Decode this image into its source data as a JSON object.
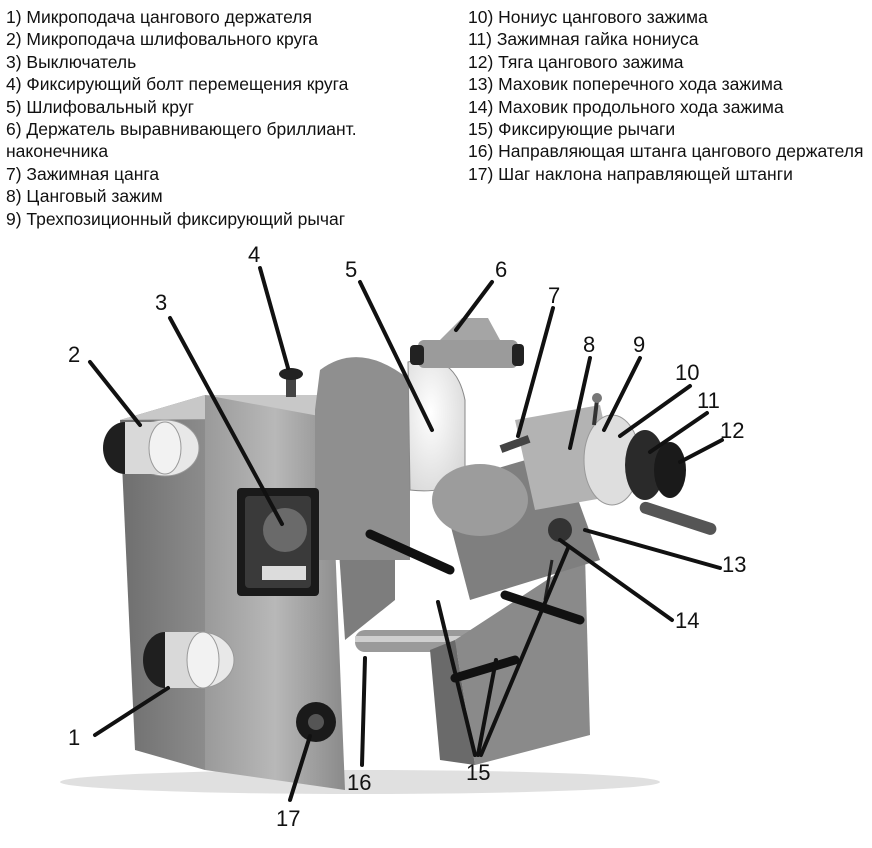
{
  "legend_left": [
    "1) Микроподача цангового держателя",
    "2) Микроподача шлифовального круга",
    "3) Выключатель",
    "4) Фиксирующий болт перемещения круга",
    "5) Шлифовальный круг",
    "6) Держатель выравнивающего бриллиант. наконечника",
    "7) Зажимная цанга",
    "8) Цанговый зажим",
    "9) Трехпозиционный фиксирующий рычаг"
  ],
  "legend_right": [
    "10) Нониус цангового зажима",
    "11) Зажимная гайка нониуса",
    "12) Тяга цангового зажима",
    "13) Маховик поперечного хода зажима",
    "14) Маховик продольного хода зажима",
    "15) Фиксирующие рычаги",
    "16) Направляющая штанга цангового держателя",
    "17) Шаг наклона направляющей штанги"
  ],
  "callouts": [
    "1",
    "2",
    "3",
    "4",
    "5",
    "6",
    "7",
    "8",
    "9",
    "10",
    "11",
    "12",
    "13",
    "14",
    "15",
    "16",
    "17"
  ]
}
